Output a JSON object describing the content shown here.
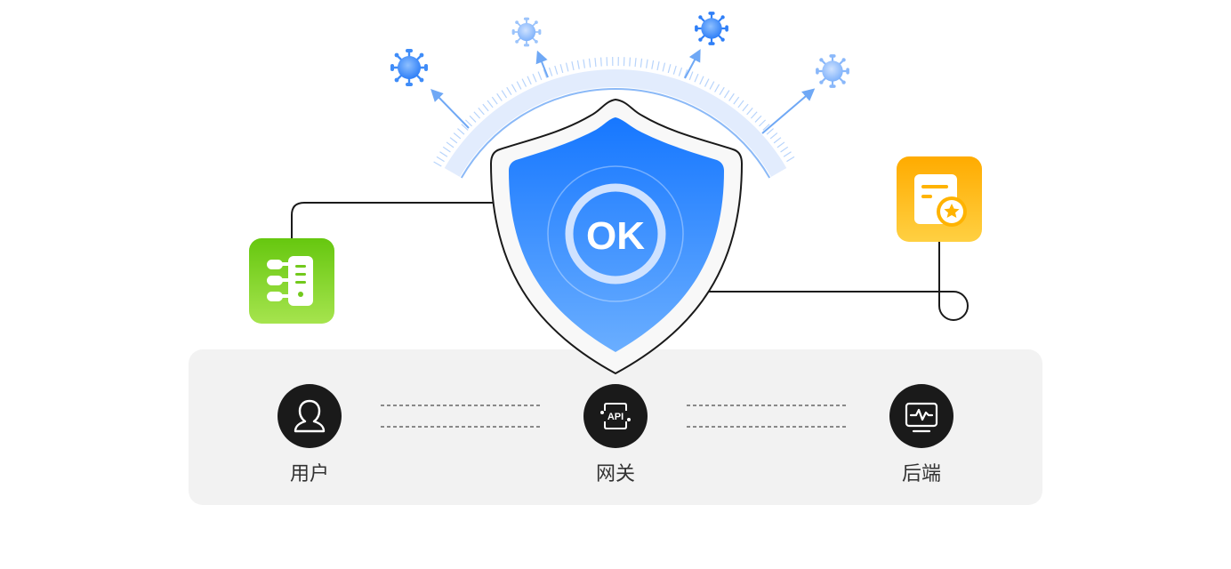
{
  "shield": {
    "status_text": "OK",
    "icon": "shield-icon"
  },
  "threats": [
    {
      "icon": "virus-icon"
    },
    {
      "icon": "virus-icon"
    },
    {
      "icon": "virus-icon"
    },
    {
      "icon": "virus-icon"
    }
  ],
  "side_icons": {
    "left": {
      "icon": "server-config-icon",
      "color": "#72c91c"
    },
    "right": {
      "icon": "certificate-icon",
      "color": "#ffb300"
    }
  },
  "flow": {
    "nodes": [
      {
        "label": "用户",
        "icon": "user-icon"
      },
      {
        "label": "网关",
        "icon": "api-icon",
        "badge": "API"
      },
      {
        "label": "后端",
        "icon": "monitor-icon"
      }
    ]
  },
  "colors": {
    "shield_blue_top": "#1677ff",
    "shield_blue_bottom": "#6aaeff",
    "panel_bg": "#f2f2f2",
    "node_bg": "#1a1a1a",
    "arc_blue": "#9cc4f8"
  }
}
